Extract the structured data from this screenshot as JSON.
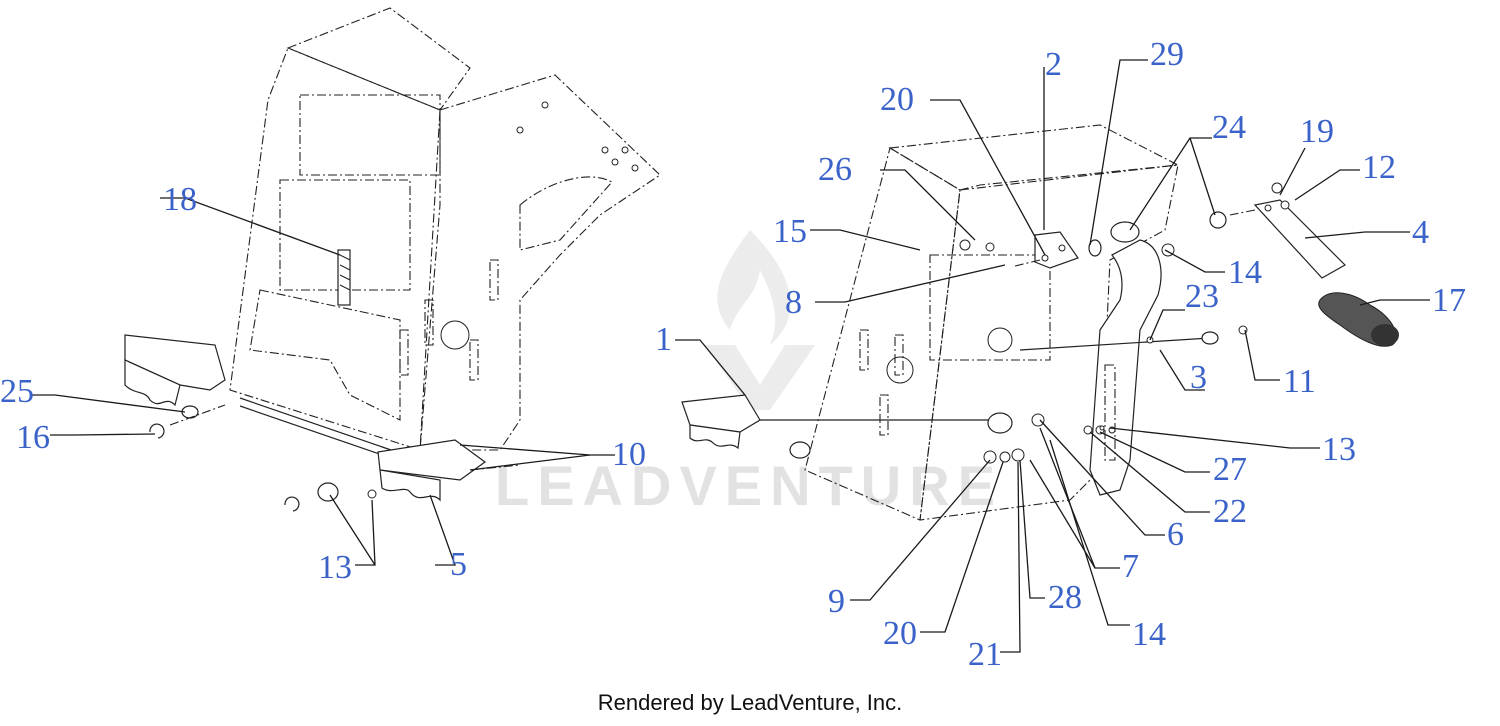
{
  "footer": {
    "text": "Rendered by LeadVenture, Inc."
  },
  "watermark": {
    "text": "LEADVENTURE",
    "color": "#e2e2e2"
  },
  "callout_color": "#3a62c9",
  "callouts": {
    "c1": "1",
    "c2": "2",
    "c3": "3",
    "c4": "4",
    "c5": "5",
    "c6": "6",
    "c7": "7",
    "c8": "8",
    "c9": "9",
    "c10": "10",
    "c11": "11",
    "c12": "12",
    "c13a": "13",
    "c13b": "13",
    "c14a": "14",
    "c14b": "14",
    "c15": "15",
    "c16": "16",
    "c17": "17",
    "c18": "18",
    "c19": "19",
    "c20a": "20",
    "c20b": "20",
    "c21": "21",
    "c22": "22",
    "c23": "23",
    "c24": "24",
    "c25": "25",
    "c26": "26",
    "c27": "27",
    "c28": "28",
    "c29": "29"
  }
}
